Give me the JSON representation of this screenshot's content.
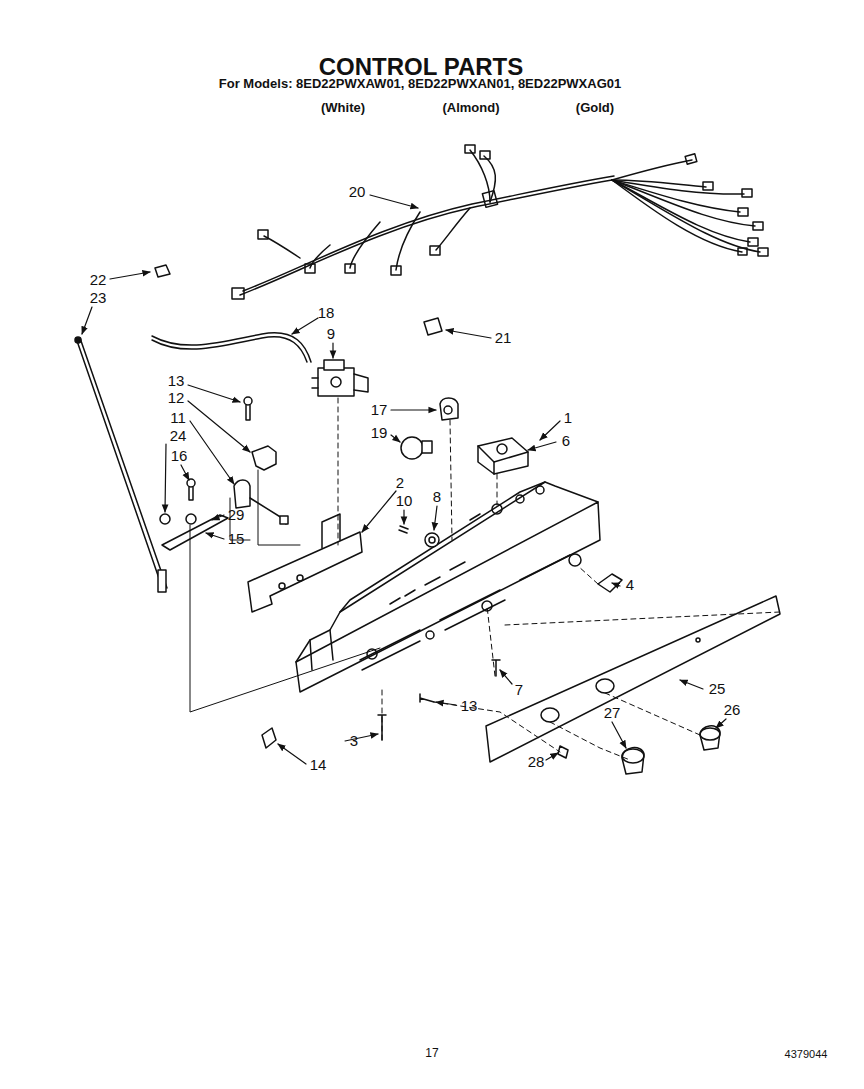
{
  "diagram": {
    "title": "CONTROL PARTS",
    "labels": [
      "For Models: 8ED22PWXAW01, 8ED22PWXAN01, 8ED22PWXAG01",
      "(White)",
      "(Almond)",
      "(Gold)",
      "20",
      "22",
      "23",
      "18",
      "9",
      "21",
      "13",
      "12",
      "17",
      "11",
      "1",
      "19",
      "24",
      "6",
      "16",
      "2",
      "8",
      "10",
      "29",
      "15",
      "4",
      "25",
      "7",
      "13",
      "26",
      "27",
      "3",
      "28",
      "14",
      "17",
      "4379044"
    ]
  }
}
